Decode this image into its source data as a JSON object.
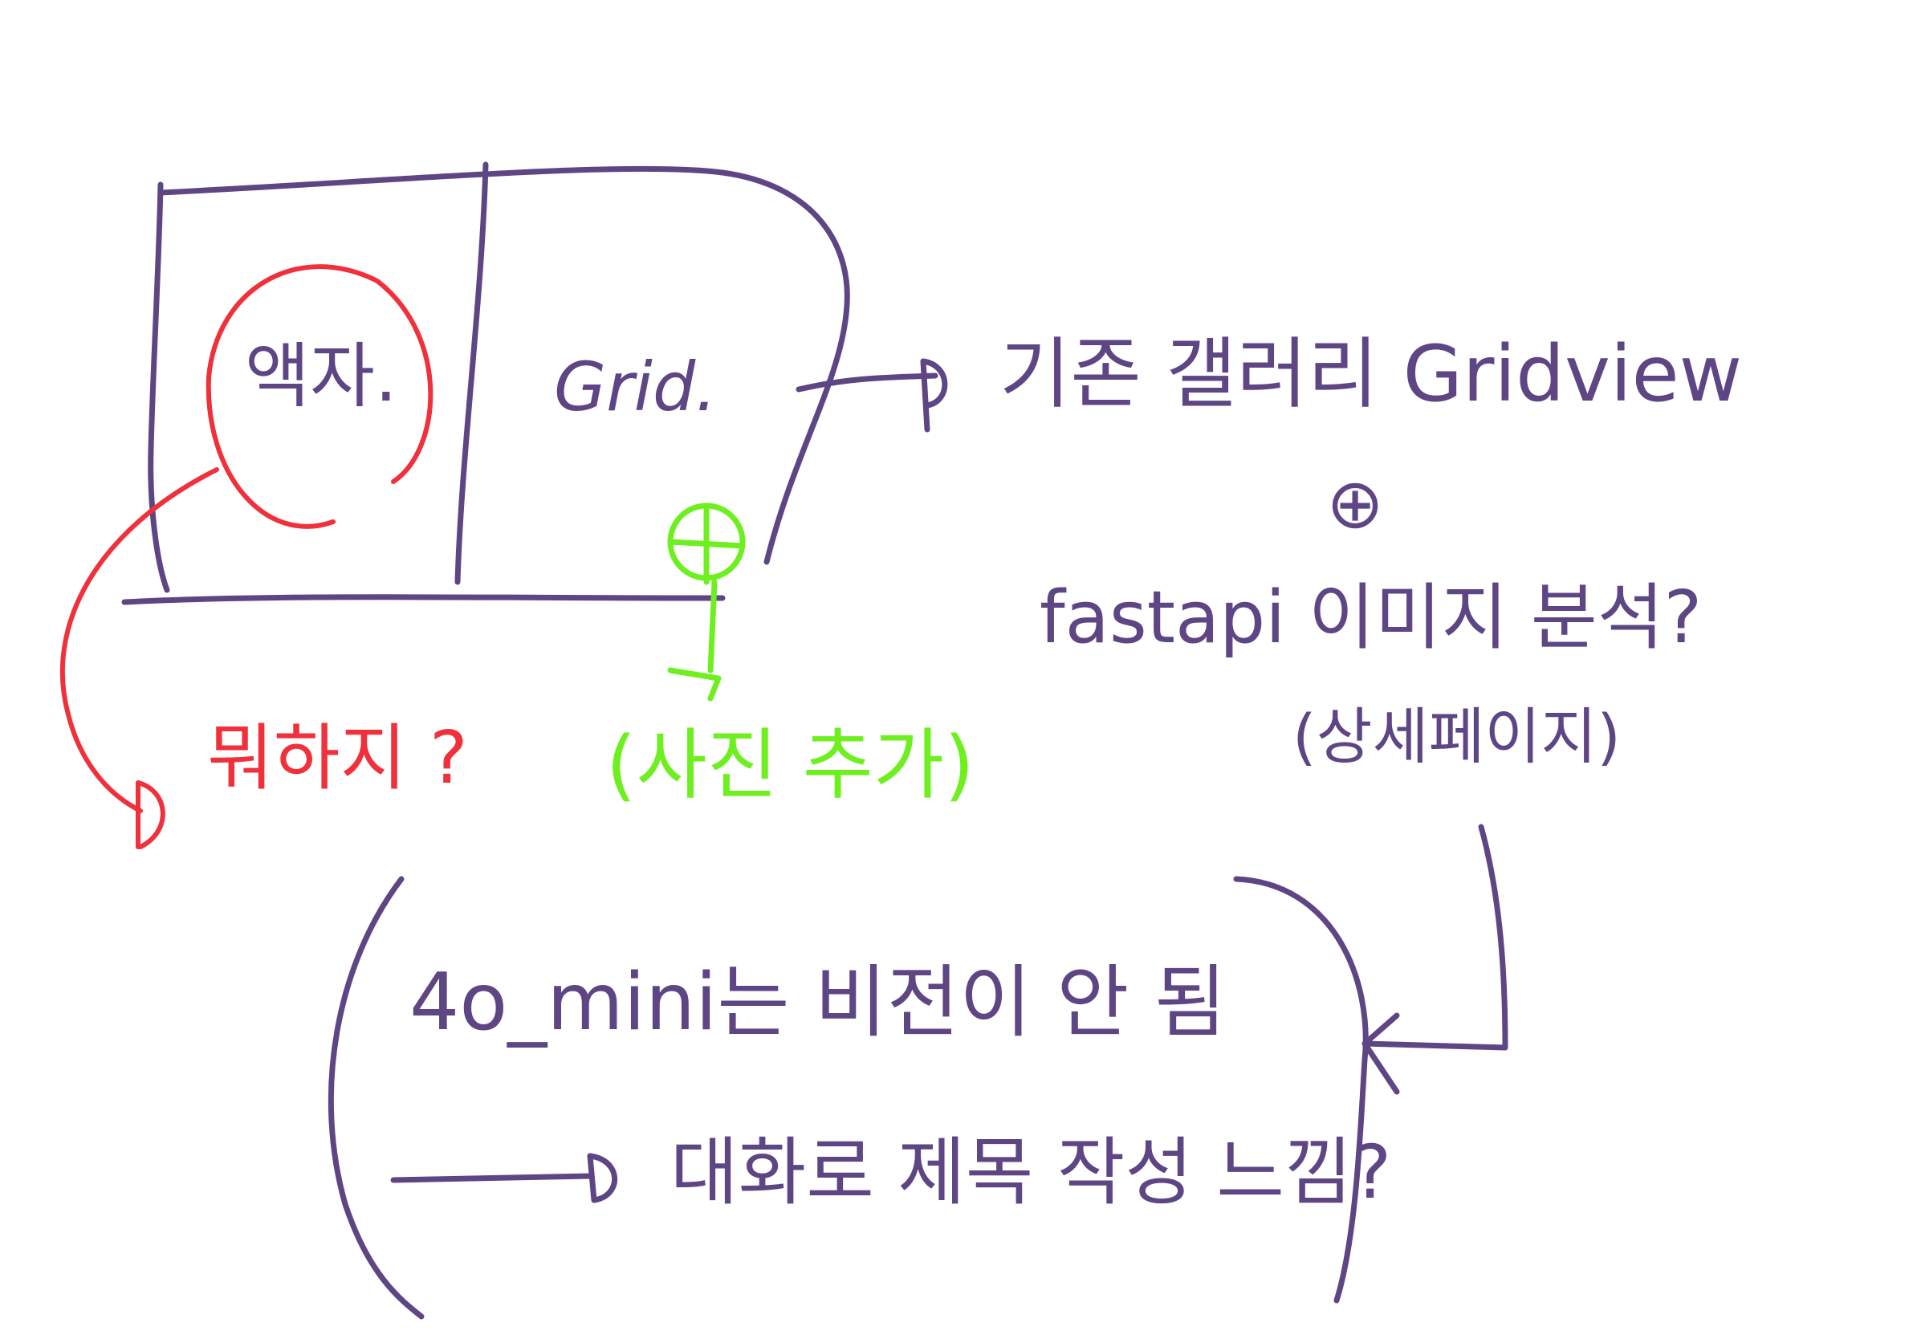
{
  "colors": {
    "ink": "#5e4685",
    "red": "#f0303a",
    "green": "#6ef020"
  },
  "labels": {
    "frame": "액자.",
    "grid": "Grid.",
    "gallery": "기존 갤러리 Gridview",
    "plus": "⊕",
    "fastapi": "fastapi 이미지 분석?",
    "detail": "(상세페이지)",
    "what": "뭐하지 ?",
    "add_photo": "(사진 추가)",
    "mini": "4o_mini는 비전이 안 됨",
    "chat": "대화로 제목 작성 느낌?"
  }
}
